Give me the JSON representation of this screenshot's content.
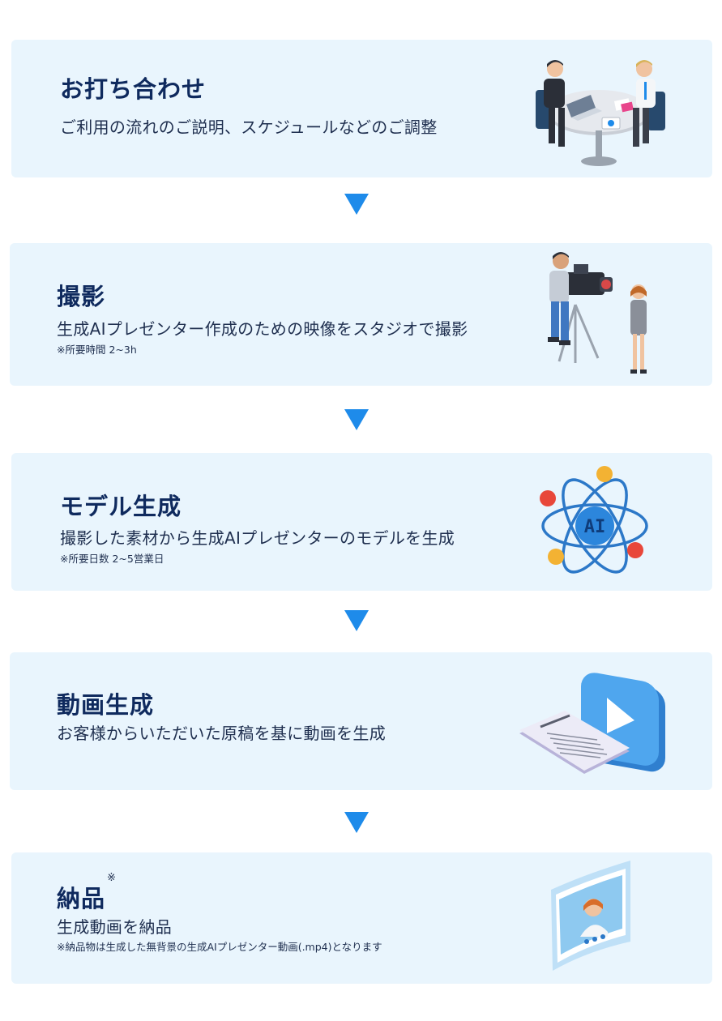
{
  "steps": [
    {
      "title": "お打ち合わせ",
      "description": "ご利用の流れのご説明、スケジュールなどのご調整",
      "note": "",
      "illustration": "meeting-icon"
    },
    {
      "title": "撮影",
      "description": "生成AIプレゼンター作成のための映像をスタジオで撮影",
      "note": "※所要時間 2~3h",
      "illustration": "video-shoot-icon"
    },
    {
      "title": "モデル生成",
      "description": "撮影した素材から生成AIプレゼンターのモデルを生成",
      "note": "※所要日数 2~5営業日",
      "illustration": "ai-atom-icon",
      "illustration_text": "AI"
    },
    {
      "title": "動画生成",
      "description": "お客様からいただいた原稿を基に動画を生成",
      "note": "",
      "illustration": "document-play-icon"
    },
    {
      "title": "納品",
      "title_mark": "※",
      "description": "生成動画を納品",
      "note": "※納品物は生成した無背景の生成AIプレゼンター動画(.mp4)となります",
      "illustration": "video-screen-icon"
    }
  ],
  "colors": {
    "card_background": "#e9f5fd",
    "arrow": "#1e8bea",
    "title": "#0f2a5e"
  }
}
